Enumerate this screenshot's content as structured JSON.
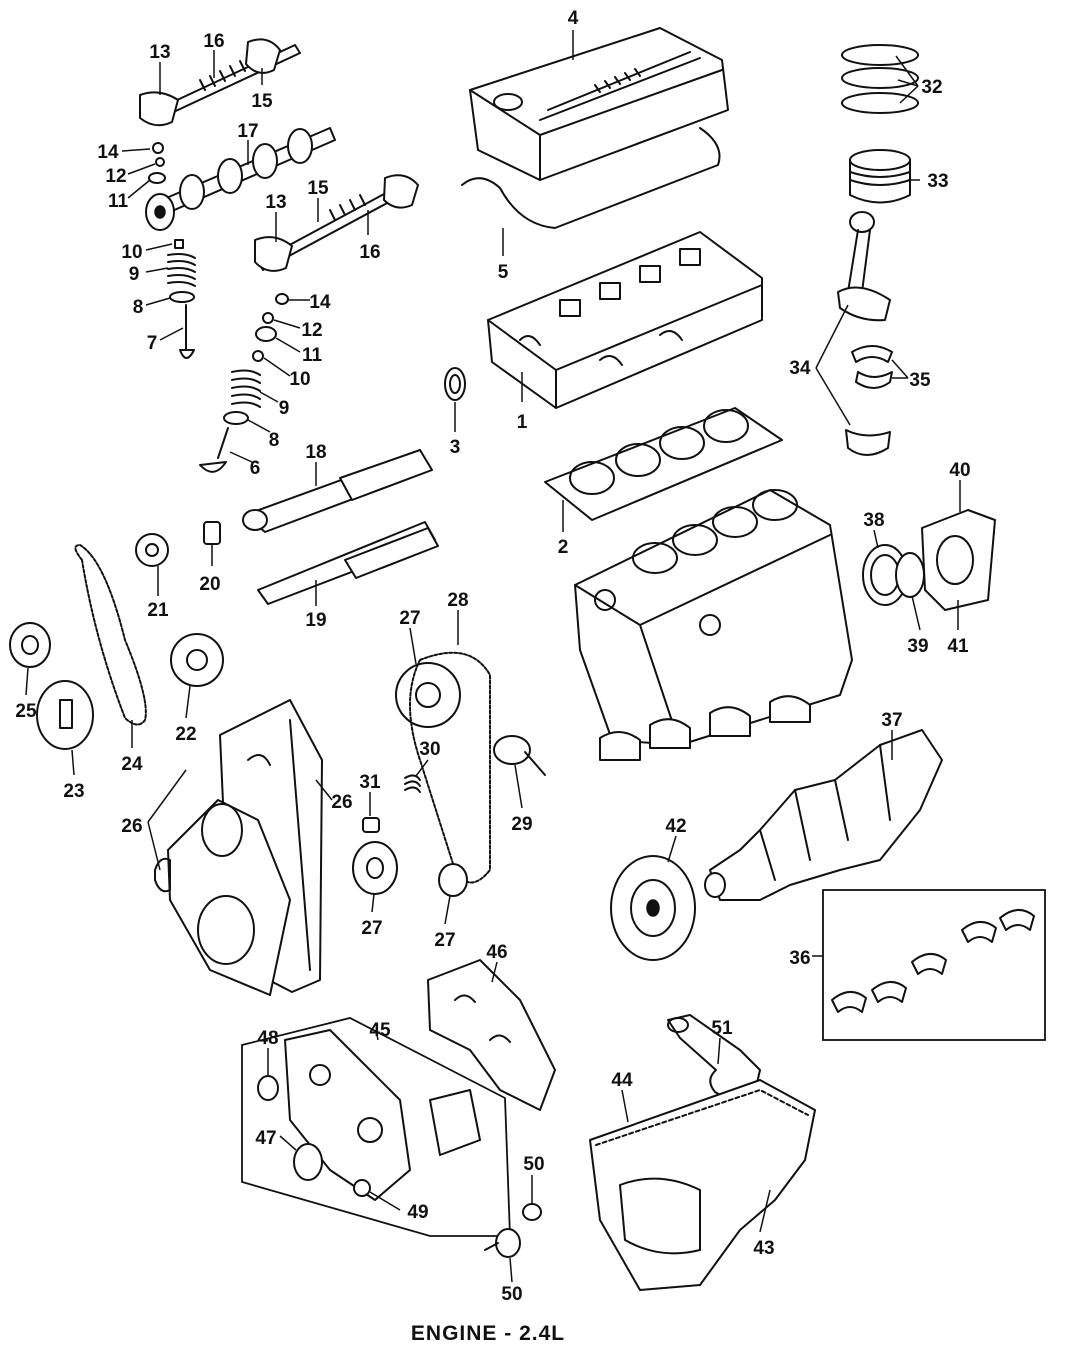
{
  "diagram": {
    "title": "ENGINE - 2.4L",
    "callouts": {
      "p1": "1",
      "p2": "2",
      "p3": "3",
      "p4": "4",
      "p5": "5",
      "p6": "6",
      "p7": "7",
      "p8a": "8",
      "p8b": "8",
      "p9a": "9",
      "p9b": "9",
      "p10a": "10",
      "p10b": "10",
      "p11a": "11",
      "p11b": "11",
      "p12a": "12",
      "p12b": "12",
      "p13a": "13",
      "p13b": "13",
      "p14a": "14",
      "p14b": "14",
      "p15a": "15",
      "p15b": "15",
      "p16a": "16",
      "p16b": "16",
      "p17": "17",
      "p18": "18",
      "p19": "19",
      "p20": "20",
      "p21": "21",
      "p22": "22",
      "p23": "23",
      "p24": "24",
      "p25": "25",
      "p26a": "26",
      "p26b": "26",
      "p27a": "27",
      "p27b": "27",
      "p27c": "27",
      "p28": "28",
      "p29": "29",
      "p30": "30",
      "p31": "31",
      "p32": "32",
      "p33": "33",
      "p34": "34",
      "p35": "35",
      "p36": "36",
      "p37": "37",
      "p38": "38",
      "p39": "39",
      "p40": "40",
      "p41": "41",
      "p42": "42",
      "p43": "43",
      "p44": "44",
      "p45": "45",
      "p46": "46",
      "p47": "47",
      "p48": "48",
      "p49": "49",
      "p50a": "50",
      "p50b": "50",
      "p51": "51"
    }
  }
}
